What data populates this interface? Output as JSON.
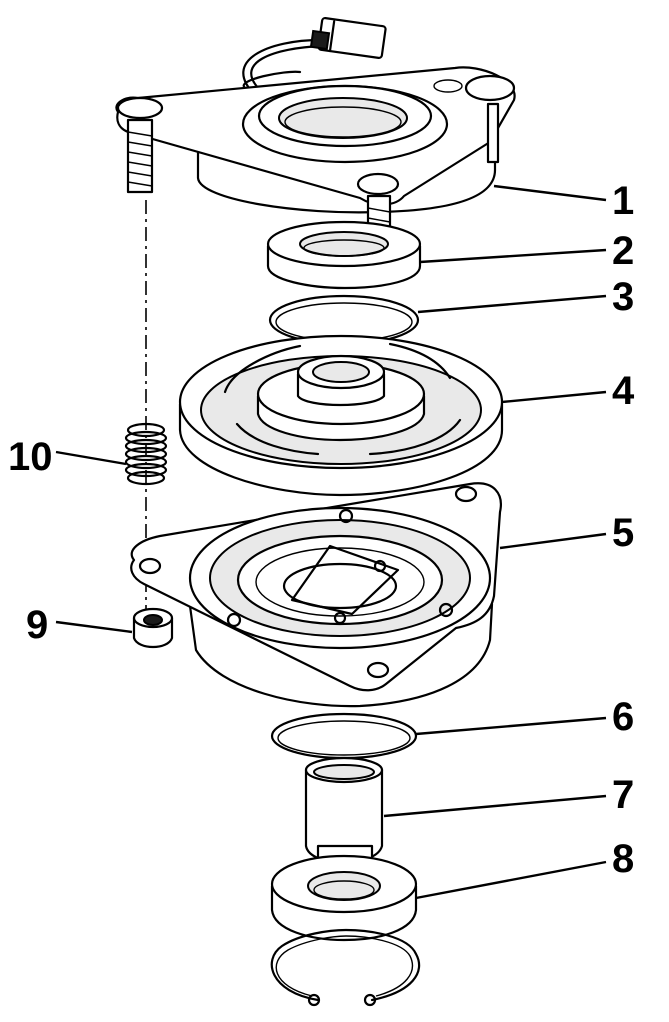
{
  "diagram": {
    "callouts": [
      {
        "label": "1",
        "part": "clutch-field-coil-housing"
      },
      {
        "label": "2",
        "part": "bearing"
      },
      {
        "label": "3",
        "part": "retaining-ring"
      },
      {
        "label": "4",
        "part": "rotor"
      },
      {
        "label": "5",
        "part": "armature-brake-plate"
      },
      {
        "label": "6",
        "part": "retaining-ring"
      },
      {
        "label": "7",
        "part": "spacer-hub"
      },
      {
        "label": "8",
        "part": "bearing"
      },
      {
        "label": "9",
        "part": "lock-nut"
      },
      {
        "label": "10",
        "part": "spring"
      }
    ]
  }
}
